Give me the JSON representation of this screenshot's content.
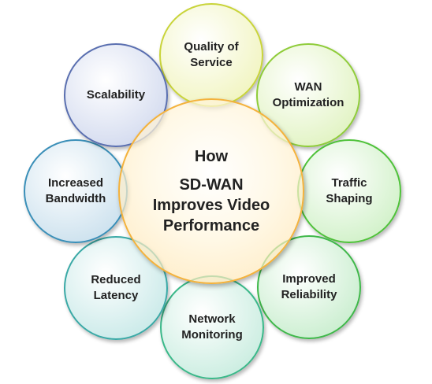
{
  "center": {
    "line1": "How",
    "rest": "SD-WAN\nImproves Video\nPerformance",
    "color": "#f4b23c"
  },
  "items": [
    {
      "label": "Quality of\nService",
      "color": "#c9d43a",
      "fill": "#f2f5c4"
    },
    {
      "label": "WAN\nOptimization",
      "color": "#8fcc3a",
      "fill": "#e3f4c6"
    },
    {
      "label": "Traffic\nShaping",
      "color": "#4fc23a",
      "fill": "#d4f2cc"
    },
    {
      "label": "Improved\nReliability",
      "color": "#3fb84a",
      "fill": "#cdefd2"
    },
    {
      "label": "Network\nMonitoring",
      "color": "#3ab889",
      "fill": "#cdeee2"
    },
    {
      "label": "Reduced\nLatency",
      "color": "#3aa9a6",
      "fill": "#cdebea"
    },
    {
      "label": "Increased\nBandwidth",
      "color": "#3a8fb8",
      "fill": "#cfe3ef"
    },
    {
      "label": "Scalability",
      "color": "#5a6fb0",
      "fill": "#d6ddf0"
    }
  ]
}
